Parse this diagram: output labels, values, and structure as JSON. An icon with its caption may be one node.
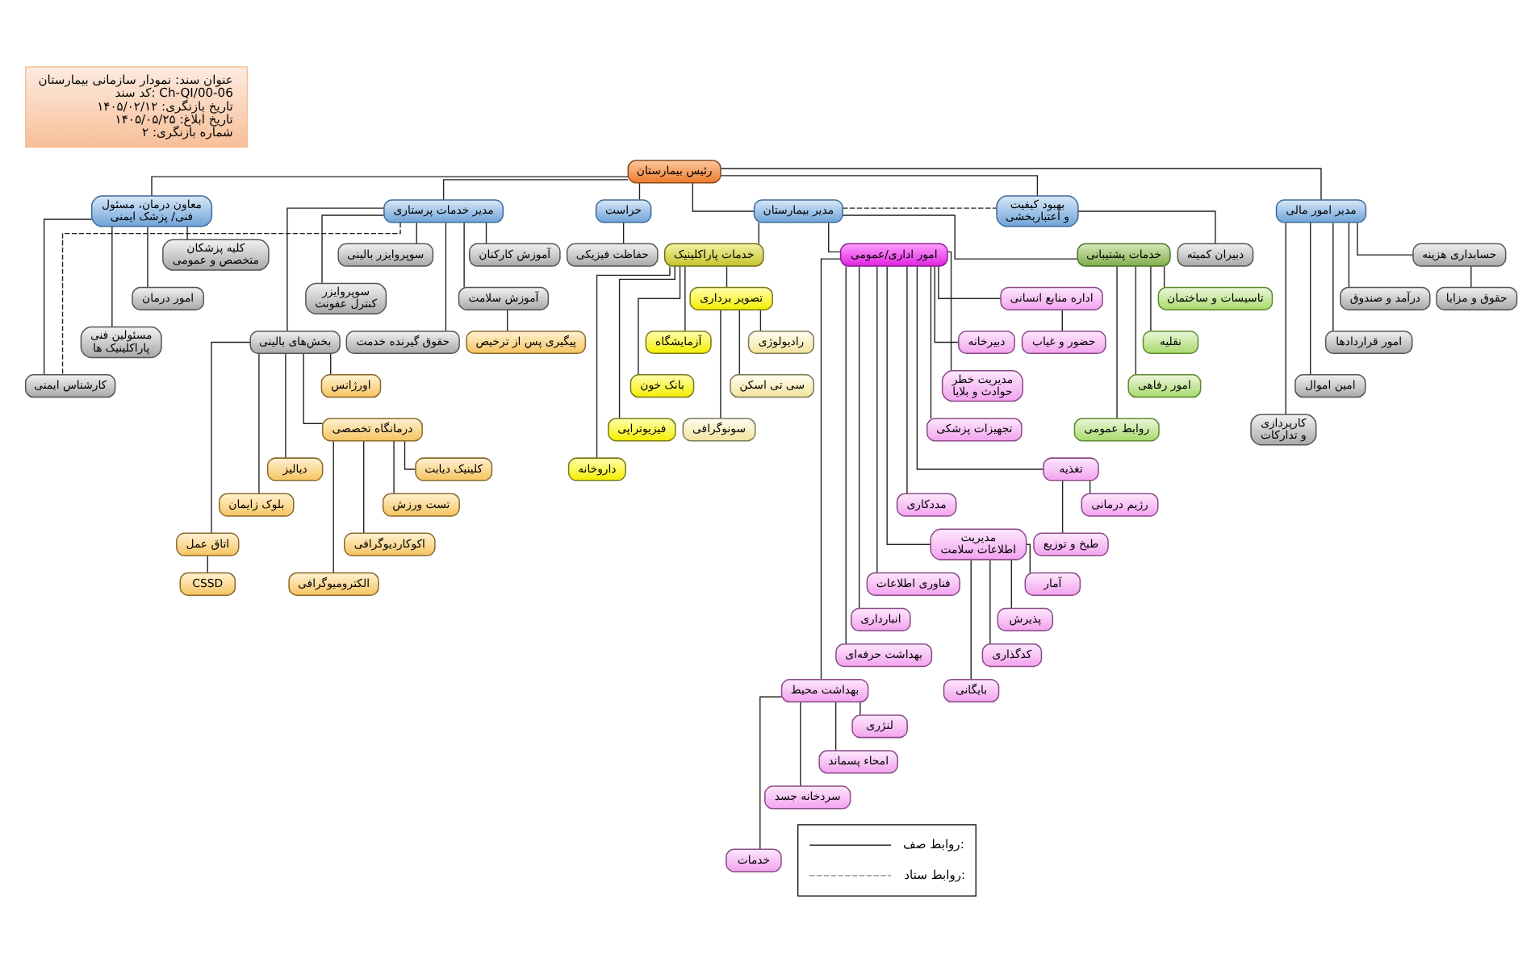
{
  "diagram": {
    "nodes": [
      {
        "text": [
          "عنوان سند: نمودار سازمانی بیمارستان",
          "کد سند: Ch-QI/00-06",
          "تاریخ بازنگری: ۱۴۰۵/۰۲/۱۲",
          "تاریخ ابلاغ: ۱۴۰۵/۰۵/۲۵",
          "شماره بازنگری: ۲"
        ]
      },
      {
        "text": [
          "رئیس بیمارستان"
        ]
      },
      {
        "text": [
          "مدیر امور مالی"
        ]
      },
      {
        "text": [
          "بهبود کیفیت و اعتباربخشی"
        ]
      },
      {
        "text": [
          "مدیر بیمارستان"
        ]
      },
      {
        "text": [
          "حراست"
        ]
      },
      {
        "text": [
          "مدیر خدمات پرستاری"
        ]
      },
      {
        "text": [
          "معاون درمان، مسئول فنی/ پزشک ایمنی"
        ]
      },
      {
        "text": [
          "حسابداری هزینه"
        ]
      },
      {
        "text": [
          "حقوق و مزایا"
        ]
      },
      {
        "text": [
          "درآمد و صندوق"
        ]
      },
      {
        "text": [
          "امور قراردادها"
        ]
      },
      {
        "text": [
          "امین اموال"
        ]
      },
      {
        "text": [
          "کارپردازی و تدارکات"
        ]
      },
      {
        "text": [
          "دبیران کمیته"
        ]
      },
      {
        "text": [
          "خدمات پشتیبانی"
        ]
      },
      {
        "text": [
          "تاسیسات و ساختمان"
        ]
      },
      {
        "text": [
          "نقلیه"
        ]
      },
      {
        "text": [
          "امور رفاهی"
        ]
      },
      {
        "text": [
          "روابط عمومی"
        ]
      },
      {
        "text": [
          "امور اداری/عمومی"
        ]
      },
      {
        "text": [
          "اداره منابع انسانی"
        ]
      },
      {
        "text": [
          "حضور و غیاب"
        ]
      },
      {
        "text": [
          "دبیرخانه"
        ]
      },
      {
        "text": [
          "مدیریت خطر حوادث و بلایا"
        ]
      },
      {
        "text": [
          "تجهیزات پزشکی"
        ]
      },
      {
        "text": [
          "تغذیه"
        ]
      },
      {
        "text": [
          "رژیم درمانی"
        ]
      },
      {
        "text": [
          "طبخ و توزیع"
        ]
      },
      {
        "text": [
          "مددکاری"
        ]
      },
      {
        "text": [
          "مدیریت اطلاعات سلامت"
        ]
      },
      {
        "text": [
          "آمار"
        ]
      },
      {
        "text": [
          "پذیرش"
        ]
      },
      {
        "text": [
          "کدگذاری"
        ]
      },
      {
        "text": [
          "بایگانی"
        ]
      },
      {
        "text": [
          "فناوری اطلاعات"
        ]
      },
      {
        "text": [
          "انبارداری"
        ]
      },
      {
        "text": [
          "بهداشت حرفه‌ای"
        ]
      },
      {
        "text": [
          "بهداشت محیط"
        ]
      },
      {
        "text": [
          "لنژری"
        ]
      },
      {
        "text": [
          "امحاء پسماند"
        ]
      },
      {
        "text": [
          "سردخانه جسد"
        ]
      },
      {
        "text": [
          "خدمات"
        ]
      },
      {
        "text": [
          "خدمات پاراکلینیک"
        ]
      },
      {
        "text": [
          "تصویر برداری"
        ]
      },
      {
        "text": [
          "رادیولوژی"
        ]
      },
      {
        "text": [
          "سی تی اسکن"
        ]
      },
      {
        "text": [
          "سونوگرافی"
        ]
      },
      {
        "text": [
          "آزمایشگاه"
        ]
      },
      {
        "text": [
          "بانک خون"
        ]
      },
      {
        "text": [
          "فیزیوتراپی"
        ]
      },
      {
        "text": [
          "داروخانه"
        ]
      },
      {
        "text": [
          "حفاظت فیزیکی"
        ]
      },
      {
        "text": [
          "آموزش کارکنان"
        ]
      },
      {
        "text": [
          "آموزش سلامت"
        ]
      },
      {
        "text": [
          "پیگیری پس از ترخیص"
        ]
      },
      {
        "text": [
          "حقوق گیرنده خدمت"
        ]
      },
      {
        "text": [
          "سوپروایزر بالینی"
        ]
      },
      {
        "text": [
          "سوپروایزر کنترل عفونت"
        ]
      },
      {
        "text": [
          "بخش‌های بالینی"
        ]
      },
      {
        "text": [
          "اورژانس"
        ]
      },
      {
        "text": [
          "درمانگاه تخصصی"
        ]
      },
      {
        "text": [
          "کلینیک دیابت"
        ]
      },
      {
        "text": [
          "تست ورزش"
        ]
      },
      {
        "text": [
          "اکوکاردیوگرافی"
        ]
      },
      {
        "text": [
          "الکترومیوگرافی"
        ]
      },
      {
        "text": [
          "دیالیز"
        ]
      },
      {
        "text": [
          "بلوک زایمان"
        ]
      },
      {
        "text": [
          "اتاق عمل"
        ]
      },
      {
        "text": [
          "CSSD"
        ]
      },
      {
        "text": [
          "کلیه پزشکان متخصص و عمومی"
        ]
      },
      {
        "text": [
          "امور درمان"
        ]
      },
      {
        "text": [
          "مسئولین فنی پاراکلینیک ها"
        ]
      },
      {
        "text": [
          "کارشناس ایمنی"
        ]
      }
    ],
    "edges": [
      {
        "from": 1,
        "to": 2,
        "arrow": "none"
      },
      {
        "from": 1,
        "to": 3,
        "arrow": "none"
      },
      {
        "from": 1,
        "to": 4,
        "arrow": "none"
      },
      {
        "from": 1,
        "to": 5,
        "arrow": "none"
      },
      {
        "from": 1,
        "to": 6,
        "arrow": "none"
      },
      {
        "from": 1,
        "to": 7,
        "arrow": "none"
      },
      {
        "from": 4,
        "to": 3,
        "arrow": "none",
        "style": "dashed"
      },
      {
        "from": 2,
        "to": 8,
        "arrow": "none"
      },
      {
        "from": 8,
        "to": 9,
        "arrow": "none"
      },
      {
        "from": 2,
        "to": 10,
        "arrow": "none"
      },
      {
        "from": 2,
        "to": 11,
        "arrow": "none"
      },
      {
        "from": 2,
        "to": 12,
        "arrow": "none"
      },
      {
        "from": 2,
        "to": 13,
        "arrow": "none"
      },
      {
        "from": 3,
        "to": 14,
        "arrow": "none"
      },
      {
        "from": 4,
        "to": 15,
        "arrow": "none"
      },
      {
        "from": 4,
        "to": 20,
        "arrow": "none"
      },
      {
        "from": 4,
        "to": 43,
        "arrow": "none"
      },
      {
        "from": 15,
        "to": 16,
        "arrow": "none"
      },
      {
        "from": 15,
        "to": 17,
        "arrow": "none"
      },
      {
        "from": 15,
        "to": 18,
        "arrow": "none"
      },
      {
        "from": 15,
        "to": 19,
        "arrow": "none"
      },
      {
        "from": 20,
        "to": 21,
        "arrow": "none"
      },
      {
        "from": 21,
        "to": 22,
        "arrow": "none"
      },
      {
        "from": 20,
        "to": 23,
        "arrow": "none"
      },
      {
        "from": 20,
        "to": 24,
        "arrow": "none"
      },
      {
        "from": 20,
        "to": 25,
        "arrow": "none"
      },
      {
        "from": 20,
        "to": 26,
        "arrow": "none"
      },
      {
        "from": 26,
        "to": 27,
        "arrow": "none"
      },
      {
        "from": 26,
        "to": 28,
        "arrow": "none"
      },
      {
        "from": 20,
        "to": 29,
        "arrow": "none"
      },
      {
        "from": 20,
        "to": 30,
        "arrow": "none"
      },
      {
        "from": 30,
        "to": 31,
        "arrow": "none"
      },
      {
        "from": 30,
        "to": 32,
        "arrow": "none"
      },
      {
        "from": 30,
        "to": 33,
        "arrow": "none"
      },
      {
        "from": 30,
        "to": 34,
        "arrow": "none"
      },
      {
        "from": 20,
        "to": 35,
        "arrow": "none"
      },
      {
        "from": 20,
        "to": 36,
        "arrow": "none"
      },
      {
        "from": 20,
        "to": 37,
        "arrow": "none"
      },
      {
        "from": 20,
        "to": 38,
        "arrow": "none"
      },
      {
        "from": 38,
        "to": 39,
        "arrow": "none"
      },
      {
        "from": 38,
        "to": 40,
        "arrow": "none"
      },
      {
        "from": 38,
        "to": 41,
        "arrow": "none"
      },
      {
        "from": 38,
        "to": 42,
        "arrow": "none"
      },
      {
        "from": 43,
        "to": 44,
        "arrow": "none"
      },
      {
        "from": 44,
        "to": 45,
        "arrow": "none"
      },
      {
        "from": 44,
        "to": 46,
        "arrow": "none"
      },
      {
        "from": 44,
        "to": 47,
        "arrow": "none"
      },
      {
        "from": 43,
        "to": 48,
        "arrow": "none"
      },
      {
        "from": 43,
        "to": 49,
        "arrow": "none"
      },
      {
        "from": 43,
        "to": 50,
        "arrow": "none"
      },
      {
        "from": 43,
        "to": 51,
        "arrow": "none"
      },
      {
        "from": 5,
        "to": 52,
        "arrow": "none"
      },
      {
        "from": 6,
        "to": 53,
        "arrow": "none"
      },
      {
        "from": 6,
        "to": 54,
        "arrow": "none"
      },
      {
        "from": 54,
        "to": 55,
        "arrow": "none"
      },
      {
        "from": 6,
        "to": 56,
        "arrow": "none"
      },
      {
        "from": 6,
        "to": 57,
        "arrow": "none"
      },
      {
        "from": 6,
        "to": 58,
        "arrow": "none"
      },
      {
        "from": 6,
        "to": 59,
        "arrow": "none"
      },
      {
        "from": 59,
        "to": 60,
        "arrow": "none"
      },
      {
        "from": 59,
        "to": 61,
        "arrow": "none"
      },
      {
        "from": 61,
        "to": 62,
        "arrow": "none"
      },
      {
        "from": 61,
        "to": 63,
        "arrow": "none"
      },
      {
        "from": 61,
        "to": 64,
        "arrow": "none"
      },
      {
        "from": 61,
        "to": 65,
        "arrow": "none"
      },
      {
        "from": 59,
        "to": 66,
        "arrow": "none"
      },
      {
        "from": 59,
        "to": 67,
        "arrow": "none"
      },
      {
        "from": 59,
        "to": 68,
        "arrow": "none"
      },
      {
        "from": 68,
        "to": 69,
        "arrow": "none"
      },
      {
        "from": 7,
        "to": 70,
        "arrow": "none"
      },
      {
        "from": 7,
        "to": 71,
        "arrow": "none"
      },
      {
        "from": 7,
        "to": 72,
        "arrow": "none"
      },
      {
        "from": 7,
        "to": 73,
        "arrow": "none"
      },
      {
        "from": 6,
        "to": 73,
        "arrow": "none",
        "style": "dashed"
      }
    ],
    "legend": [
      {
        "text": "روابط صف:"
      },
      {
        "text": "روابط ستاد:"
      }
    ]
  }
}
